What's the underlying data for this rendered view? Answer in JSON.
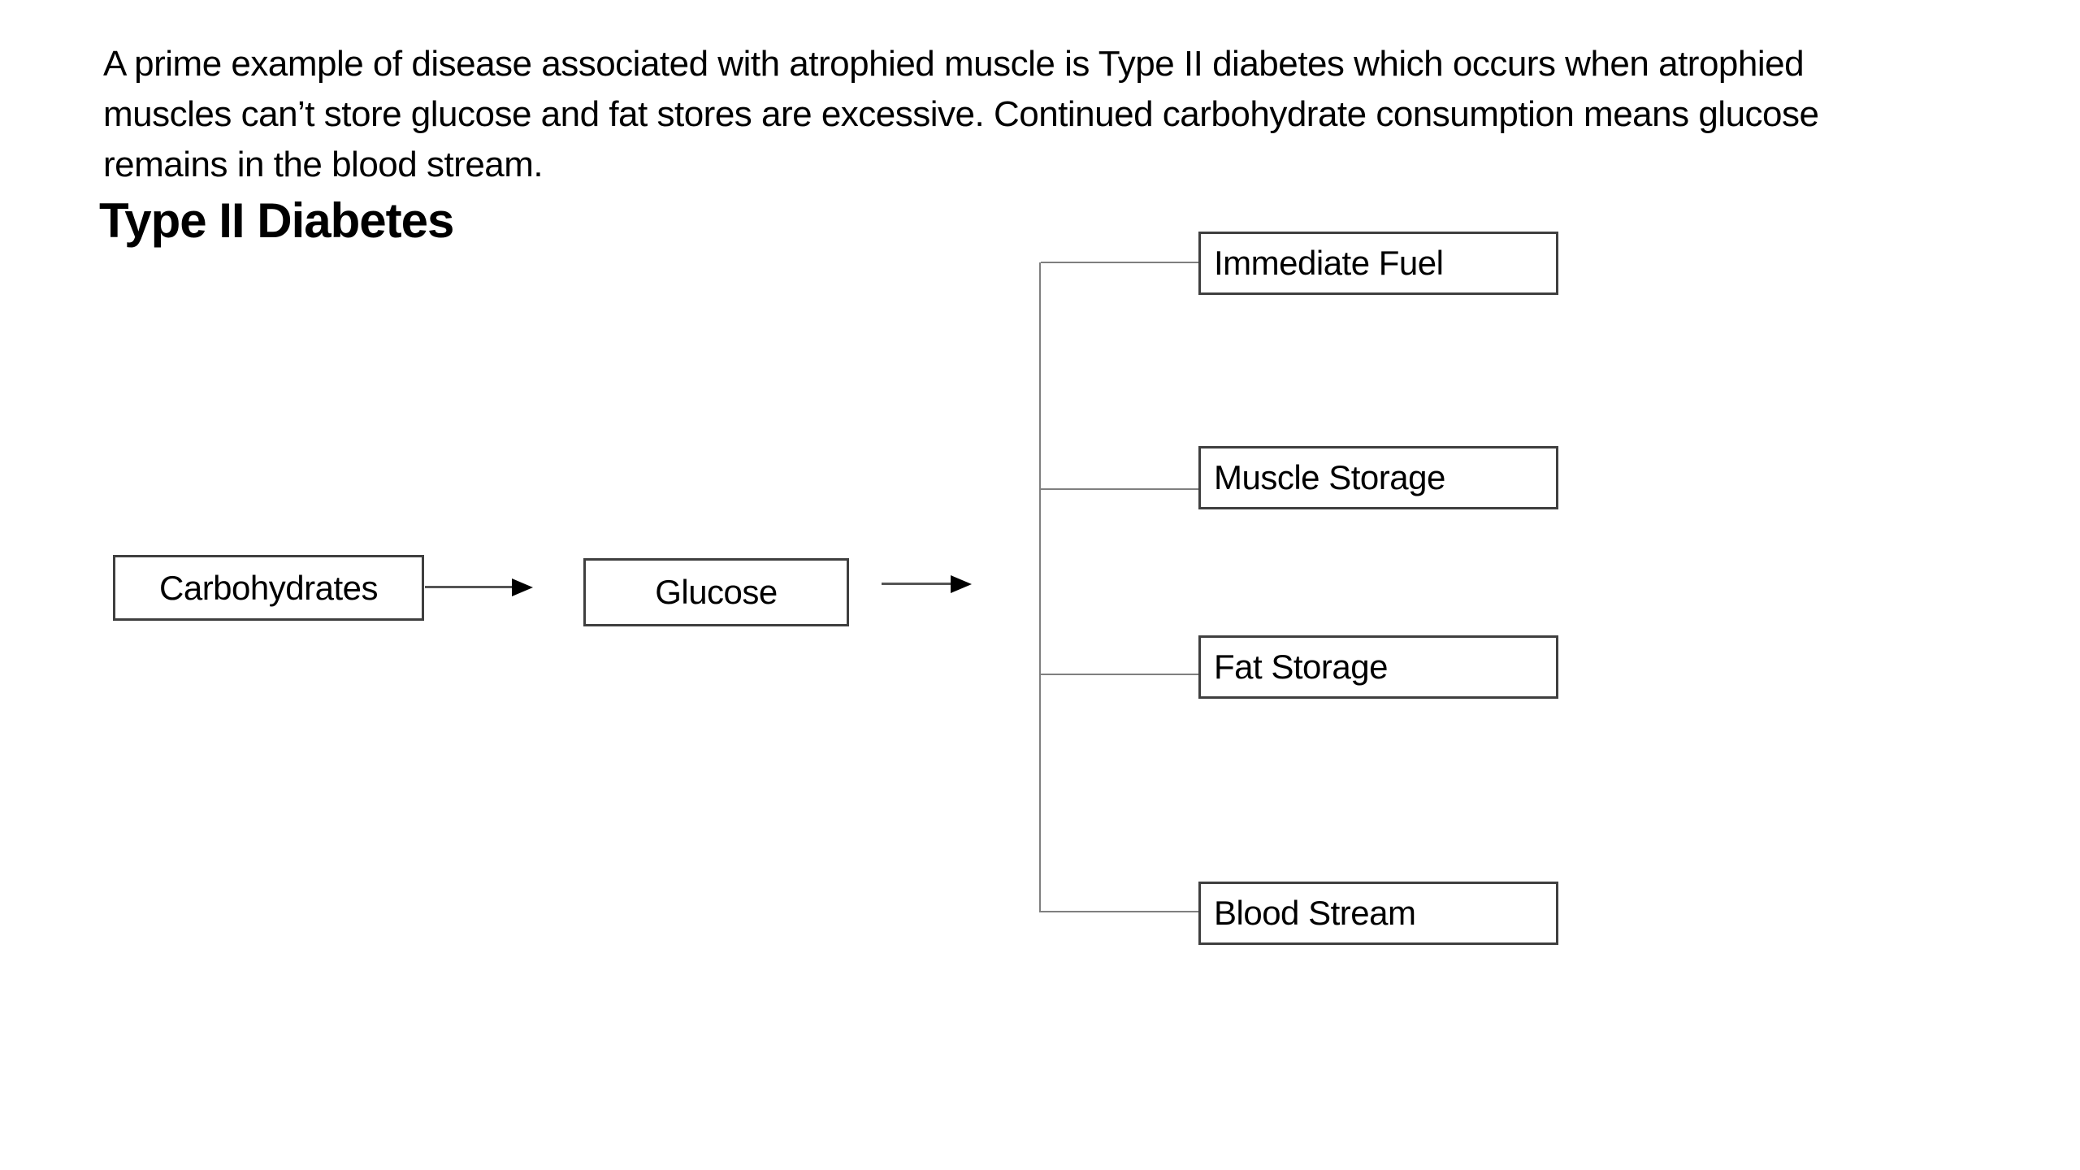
{
  "intro": {
    "lines": [
      "A prime example of disease associated with atrophied muscle is Type II diabetes which occurs when atrophied",
      "muscles can’t store glucose and fat stores are excessive. Continued carbohydrate consumption means glucose",
      "remains in the blood stream."
    ]
  },
  "heading": {
    "text": "Type II Diabetes"
  },
  "diagram": {
    "nodes": {
      "carbohydrates": {
        "label": "Carbohydrates"
      },
      "glucose": {
        "label": "Glucose"
      },
      "immediate_fuel": {
        "label": "Immediate Fuel"
      },
      "muscle_storage": {
        "label": "Muscle Storage"
      },
      "fat_storage": {
        "label": "Fat Storage"
      },
      "blood_stream": {
        "label": "Blood Stream"
      }
    },
    "edges": [
      {
        "from": "carbohydrates",
        "to": "glucose",
        "style": "arrow"
      },
      {
        "from": "glucose",
        "to": "branch",
        "style": "arrow"
      },
      {
        "from": "branch",
        "to": "immediate_fuel",
        "style": "line"
      },
      {
        "from": "branch",
        "to": "muscle_storage",
        "style": "line"
      },
      {
        "from": "branch",
        "to": "fat_storage",
        "style": "line"
      },
      {
        "from": "branch",
        "to": "blood_stream",
        "style": "line"
      }
    ],
    "colors": {
      "page_bg": "#ffffff",
      "text": "#000000",
      "box_border": "#3f3f3f",
      "box_fill": "#ffffff",
      "connector": "#7f7f7f",
      "arrow_line": "#555555",
      "arrow_head": "#000000"
    }
  }
}
